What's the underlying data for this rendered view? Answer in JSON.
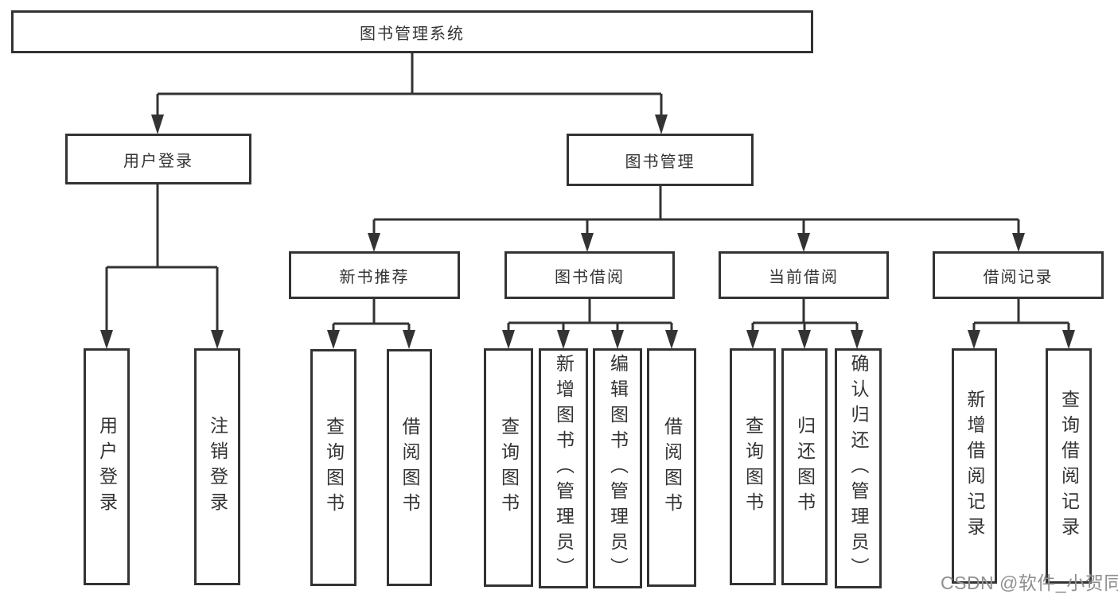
{
  "colors": {
    "line": "#333333",
    "box_border": "#333333",
    "text": "#333333",
    "watermark": "#8f8f8f",
    "background": "#ffffff"
  },
  "root": {
    "label": "图书管理系统"
  },
  "level1": [
    {
      "label": "用户登录"
    },
    {
      "label": "图书管理"
    }
  ],
  "level2": [
    {
      "label": "新书推荐"
    },
    {
      "label": "图书借阅"
    },
    {
      "label": "当前借阅"
    },
    {
      "label": "借阅记录"
    }
  ],
  "leaves": {
    "user_login": [
      "用户登录",
      "注销登录"
    ],
    "new_books": [
      "查询图书",
      "借阅图书"
    ],
    "book_borrow": [
      "查询图书",
      "新增图书（管理员）",
      "编辑图书（管理员）",
      "借阅图书"
    ],
    "current_borrow": [
      "查询图书",
      "归还图书",
      "确认归还（管理员）"
    ],
    "borrow_records": [
      "新增借阅记录",
      "查询借阅记录"
    ]
  },
  "watermark": "CSDN @软件_小贺同学"
}
